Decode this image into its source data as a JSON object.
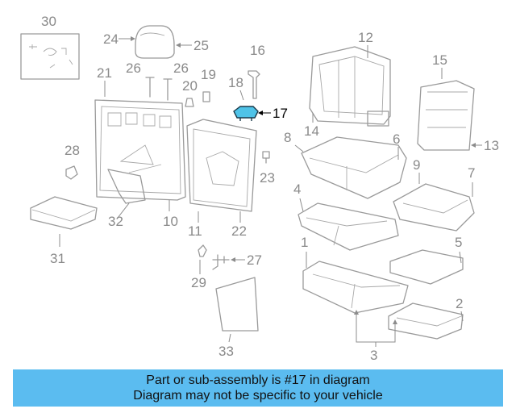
{
  "diagram": {
    "highlight_part": "17",
    "highlight_color": "#4fc3e8",
    "callouts": {
      "c1": "1",
      "c2": "2",
      "c3": "3",
      "c4": "4",
      "c5": "5",
      "c6": "6",
      "c7": "7",
      "c8": "8",
      "c9": "9",
      "c10": "10",
      "c11": "11",
      "c12": "12",
      "c13": "13",
      "c14": "14",
      "c15": "15",
      "c16": "16",
      "c17": "17",
      "c18": "18",
      "c19": "19",
      "c20": "20",
      "c21": "21",
      "c22": "22",
      "c23": "23",
      "c24": "24",
      "c25": "25",
      "c26a": "26",
      "c26b": "26",
      "c27": "27",
      "c28": "28",
      "c29": "29",
      "c30": "30",
      "c31": "31",
      "c32": "32",
      "c33": "33"
    }
  },
  "banner": {
    "line1": "Part or sub-assembly is #17 in diagram",
    "line2": "Diagram may not be specific to your vehicle",
    "background": "#5bbcf0"
  }
}
